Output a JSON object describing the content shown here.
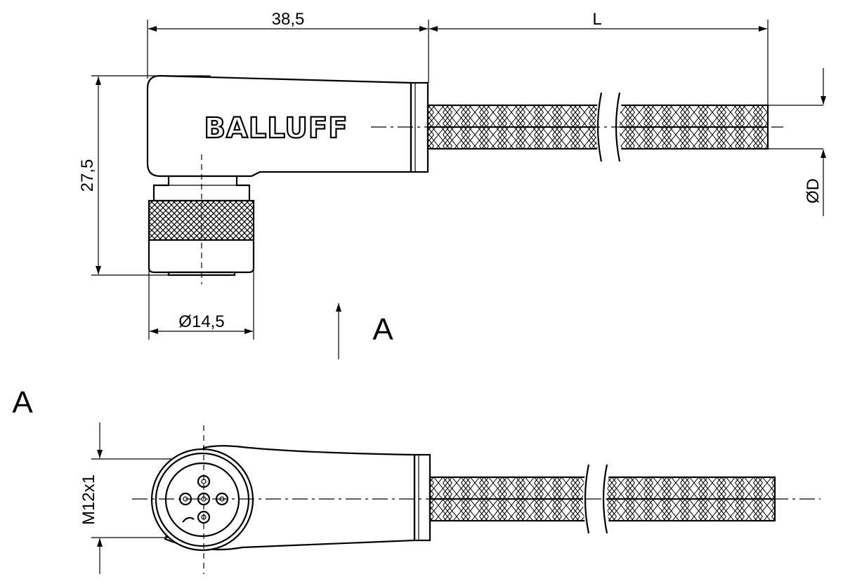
{
  "dimensions": {
    "housing_length": "38,5",
    "cable_length": "L",
    "height": "27,5",
    "nut_diameter": "Ø14,5",
    "cable_diameter": "ØD",
    "thread": "M12x1"
  },
  "brand": "BALLUFF",
  "view_marker": "A",
  "view_title": "A"
}
